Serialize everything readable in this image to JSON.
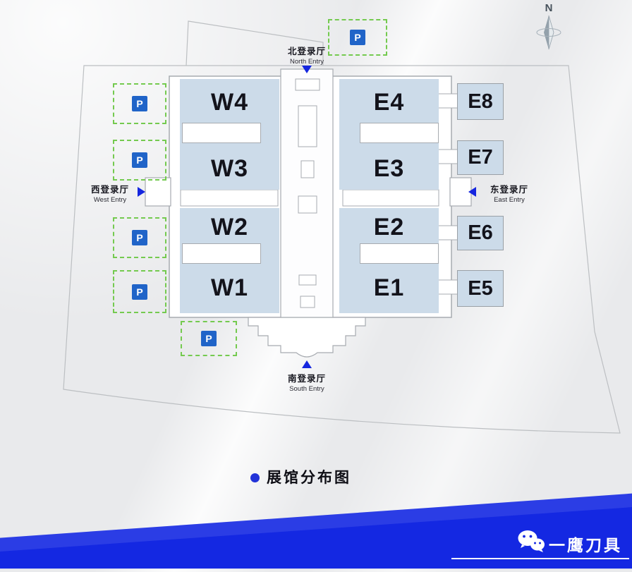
{
  "compass": {
    "label": "N"
  },
  "entries": {
    "north": {
      "zh": "北登录厅",
      "en": "North Entry"
    },
    "west": {
      "zh": "西登录厅",
      "en": "West Entry"
    },
    "east": {
      "zh": "东登录厅",
      "en": "East Entry"
    },
    "south": {
      "zh": "南登录厅",
      "en": "South Entry"
    }
  },
  "halls": {
    "west": [
      "W4",
      "W3",
      "W2",
      "W1"
    ],
    "east": [
      "E4",
      "E3",
      "E2",
      "E1"
    ],
    "annex": [
      "E8",
      "E7",
      "E6",
      "E5"
    ]
  },
  "parking": {
    "symbol": "P"
  },
  "legend": {
    "title": "展馆分布图"
  },
  "footer": {
    "brand": "一鹰刀具"
  },
  "colors": {
    "hall_fill": "#ccdbe9",
    "accent_blue": "#1526df",
    "parking_border": "#74ca4f",
    "parking_icon_blue": "#2064c8",
    "footer_blue": "#1428e2"
  }
}
